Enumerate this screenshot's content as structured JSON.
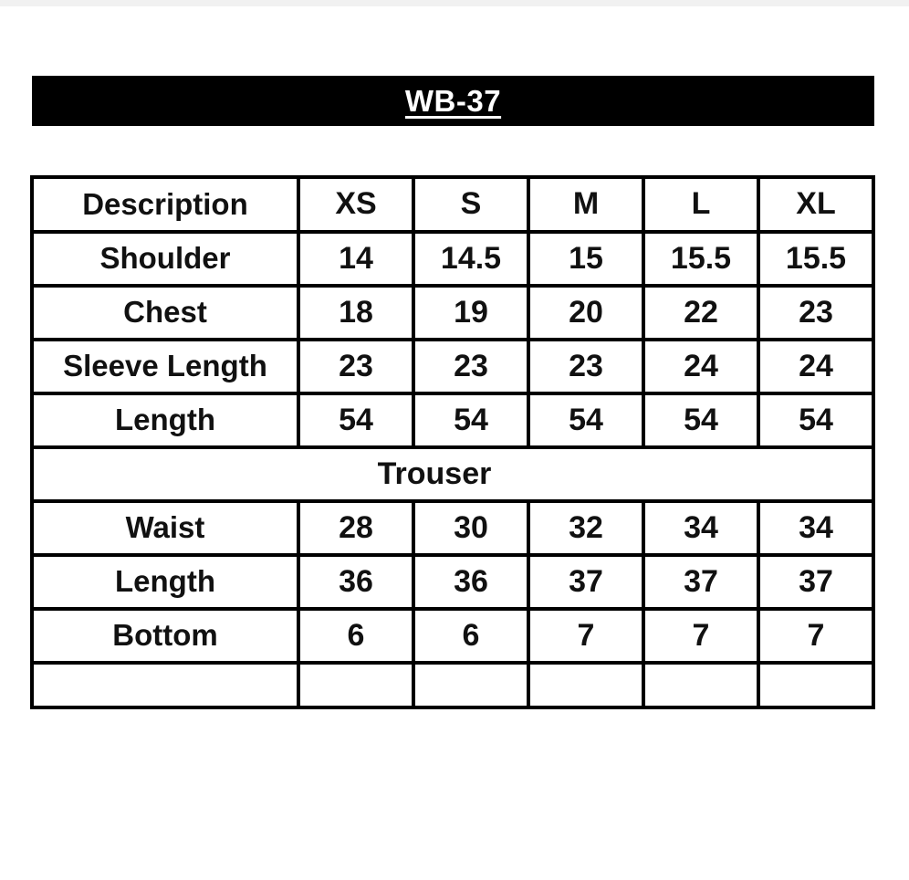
{
  "document": {
    "title": "WB-37",
    "banner_background": "#000000",
    "banner_text_color": "#ffffff",
    "page_background": "#ffffff",
    "border_color": "#000000"
  },
  "table": {
    "columns": [
      "Description",
      "XS",
      "S",
      "M",
      "L",
      "XL"
    ],
    "shirt_rows": [
      {
        "label": "Shoulder",
        "values": [
          "14",
          "14.5",
          "15",
          "15.5",
          "15.5"
        ]
      },
      {
        "label": "Chest",
        "values": [
          "18",
          "19",
          "20",
          "22",
          "23"
        ]
      },
      {
        "label": "Sleeve Length",
        "values": [
          "23",
          "23",
          "23",
          "24",
          "24"
        ]
      },
      {
        "label": "Length",
        "values": [
          "54",
          "54",
          "54",
          "54",
          "54"
        ]
      }
    ],
    "section_label": "Trouser",
    "trouser_rows": [
      {
        "label": "Waist",
        "values": [
          "28",
          "30",
          "32",
          "34",
          "34"
        ]
      },
      {
        "label": "Length",
        "values": [
          "36",
          "36",
          "37",
          "37",
          "37"
        ]
      },
      {
        "label": "Bottom",
        "values": [
          "6",
          "6",
          "7",
          "7",
          "7"
        ]
      }
    ],
    "empty_row": {
      "label": "",
      "values": [
        "",
        "",
        "",
        "",
        ""
      ]
    }
  }
}
